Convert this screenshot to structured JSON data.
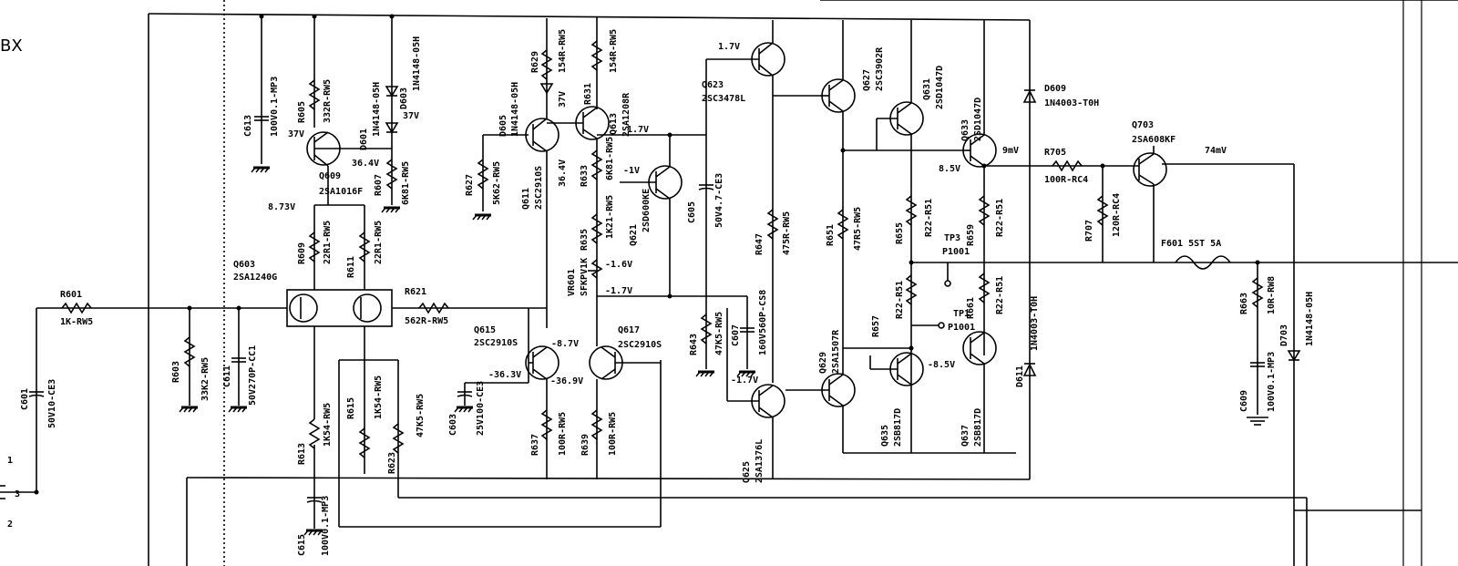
{
  "page": {
    "corner_label": "BX",
    "pins": [
      "1",
      "3",
      "2"
    ]
  },
  "labels": {
    "r601": "R601",
    "r601v": "1K-RW5",
    "c601": "C601",
    "c601v": "50V10-CE3",
    "r603": "R603",
    "r603v": "33K2-RW5",
    "c611": "C611",
    "c611v": "50V270P-CC1",
    "c613": "C613",
    "c613v": "100V0.1-MP3",
    "r605": "R605",
    "r605v": "332R-RW5",
    "v37a": "37V",
    "q609": "Q609",
    "q609v": "2SA1016F",
    "d601": "D601",
    "d601v": "1N4148-05H",
    "d603": "D603",
    "d603v": "1N4148-05H",
    "v37b": "37V",
    "v364": "36.4V",
    "r607": "R607",
    "r607v": "6K81-RW5",
    "v873": "8.73V",
    "r609": "R609",
    "r609v": "22R1-RW5",
    "r611": "R611",
    "r611v": "22R1-RW5",
    "q603": "Q603",
    "q603v": "2SA1240G",
    "r621": "R621",
    "r621v": "562R-RW5",
    "r613": "R613",
    "r613v": "1K54-RW5",
    "r615": "R615",
    "r615v": "1K54-RW5",
    "r623": "R623",
    "r623v": "47K5-RW5",
    "c603": "C603",
    "c603v": "25V100-CE3",
    "c615": "C615",
    "c615v": "100V0.1-MP3",
    "d605": "D605",
    "d605v": "1N4148-05H",
    "r627": "R627",
    "r627v": "5K62-RW5",
    "q611": "Q611",
    "q611v": "2SC2910S",
    "v364b": "36.4V",
    "r629": "R629",
    "r629v": "154R-RW5",
    "r631": "R631",
    "r631v": "154R-RW5",
    "v37c": "37V",
    "q613": "Q613",
    "q613v": "2SA1208R",
    "v17a": "1.7V",
    "r633": "R633",
    "r633v": "6K81-RW5",
    "vm1": "-1V",
    "q621": "Q621",
    "q621v": "2SD600KE",
    "r635": "R635",
    "r635v": "1K21-RW5",
    "vm16": "-1.6V",
    "vr601": "VR601",
    "vr601v": "SFKPV1K",
    "vm17a": "-1.7V",
    "q615": "Q615",
    "q615v": "2SC2910S",
    "vm87": "-8.7V",
    "vm363": "-36.3V",
    "vm369": "-36.9V",
    "q617": "Q617",
    "q617v": "2SC2910S",
    "r637": "R637",
    "r637v": "100R-RW5",
    "r639": "R639",
    "r639v": "100R-RW5",
    "v17b": "1.7V",
    "q623": "Q623",
    "q623v": "2SC3478L",
    "c605": "C605",
    "c605v": "50V4.7-CE3",
    "r643": "R643",
    "r643v": "47K5-RW5",
    "c607": "C607",
    "c607v": "160V560P-CS8",
    "vm17b": "-1.7V",
    "q625": "Q625",
    "q625v": "2SA1376L",
    "r647": "R647",
    "r647v": "475R-RW5",
    "q627": "Q627",
    "q627v": "2SC3902R",
    "r651": "R651",
    "r651v": "47R5-RW5",
    "q629": "Q629",
    "q629v": "2SA1507R",
    "q631": "Q631",
    "q631v": "2SD1047D",
    "q633": "Q633",
    "q633v": "2SD1047D",
    "v85": "8.5V",
    "vm85": "-8.5V",
    "r655": "R655",
    "r655v": "R22-R51",
    "r659": "R659",
    "r659v": "R22-R51",
    "tp3": "TP3",
    "p1001a": "P1001",
    "tp1": "TP1",
    "p1001b": "P1001",
    "r657": "R657",
    "r657v": "R22-R51",
    "r661": "R661",
    "r661v": "R22-R51",
    "q635": "Q635",
    "q635v": "2SB817D",
    "q637": "Q637",
    "q637v": "2SB817D",
    "d609": "D609",
    "d609v": "1N4003-T0H",
    "d611": "D611",
    "d611v": "1N4003-T0H",
    "v9mv": "9mV",
    "r705": "R705",
    "r705v": "100R-RC4",
    "q703": "Q703",
    "q703v": "2SA608KF",
    "v74mv": "74mV",
    "r707": "R707",
    "r707v": "120R-RC4",
    "f601": "F601 5ST 5A",
    "r663": "R663",
    "r663v": "10R-RW8",
    "c609": "C609",
    "c609v": "100V0.1-MP3",
    "d703": "D703",
    "d703v": "1N4148-05H"
  }
}
